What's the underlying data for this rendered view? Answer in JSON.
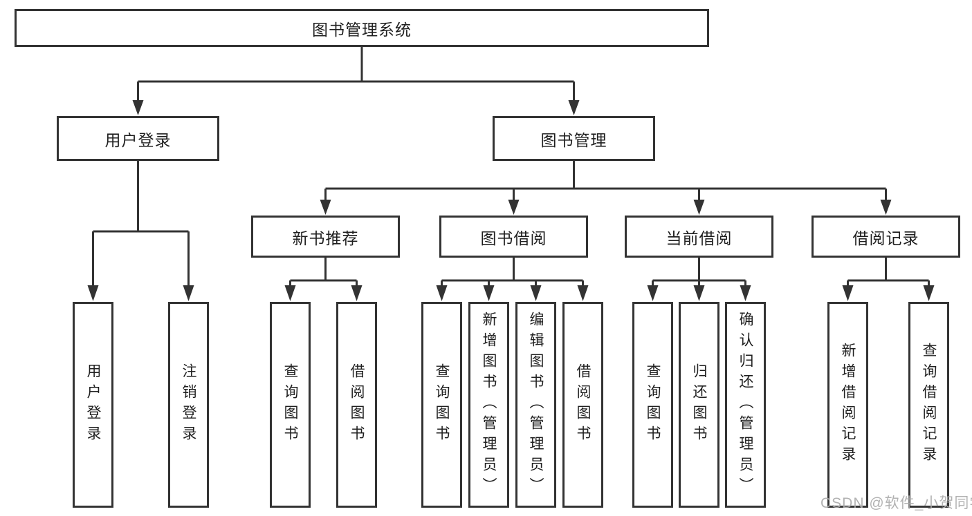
{
  "page": {
    "title": "图书管理系统"
  },
  "tree": {
    "root": {
      "label": "图书管理系统"
    },
    "branches": [
      {
        "label": "用户登录",
        "children": [
          {
            "label": "用户登录"
          },
          {
            "label": "注销登录"
          }
        ]
      },
      {
        "label": "图书管理",
        "sections": [
          {
            "label": "新书推荐",
            "children": [
              {
                "label": "查询图书"
              },
              {
                "label": "借阅图书"
              }
            ]
          },
          {
            "label": "图书借阅",
            "children": [
              {
                "label": "查询图书"
              },
              {
                "label": "新增图书（管理员）"
              },
              {
                "label": "编辑图书（管理员）"
              },
              {
                "label": "借阅图书"
              }
            ]
          },
          {
            "label": "当前借阅",
            "children": [
              {
                "label": "查询图书"
              },
              {
                "label": "归还图书"
              },
              {
                "label": "确认归还（管理员）"
              }
            ]
          },
          {
            "label": "借阅记录",
            "children": [
              {
                "label": "新增借阅记录"
              },
              {
                "label": "查询借阅记录"
              }
            ]
          }
        ]
      }
    ]
  },
  "watermark": {
    "text": "CSDN @软件_小贺同学"
  },
  "colors": {
    "line": "#333333",
    "box_border": "#333333",
    "text": "#1f1f1f",
    "watermark": "#ababab",
    "background": "#ffffff"
  }
}
